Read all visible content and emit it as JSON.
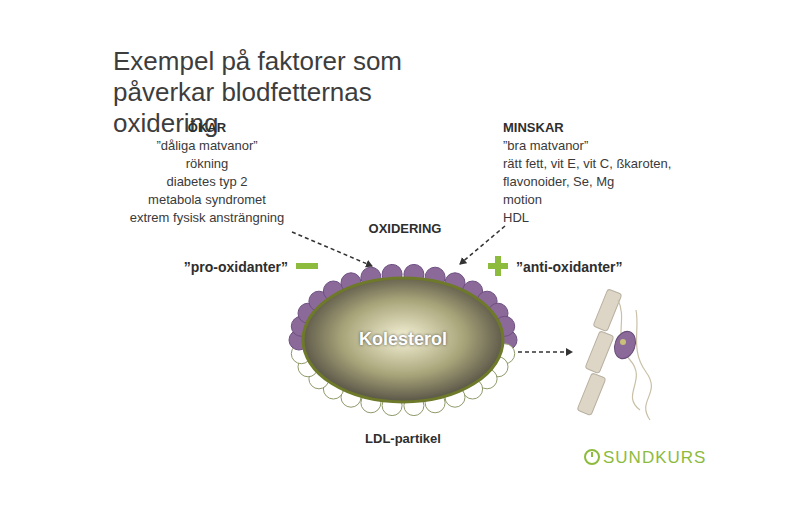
{
  "diagram": {
    "title": "Exempel på faktorer som påverkar blodfetternas oxidering",
    "nodes": [
      {
        "text": [
          "Kolesterol",
          "LDL-partikel"
        ]
      }
    ],
    "labels": [
      "ÖKAR",
      "”dåliga matvanor”",
      "rökning",
      "diabetes typ 2",
      "metabola syndromet",
      "extrem fysisk ansträngning",
      "MINSKAR",
      "”bra matvanor”",
      "rätt fett, vit E, vit C, ßkaroten,",
      "flavonoider, Se, Mg",
      "motion",
      "HDL",
      "OXIDERING",
      "”pro-oxidanter”",
      "”anti-oxidanter”",
      "SUNDKURS"
    ]
  }
}
